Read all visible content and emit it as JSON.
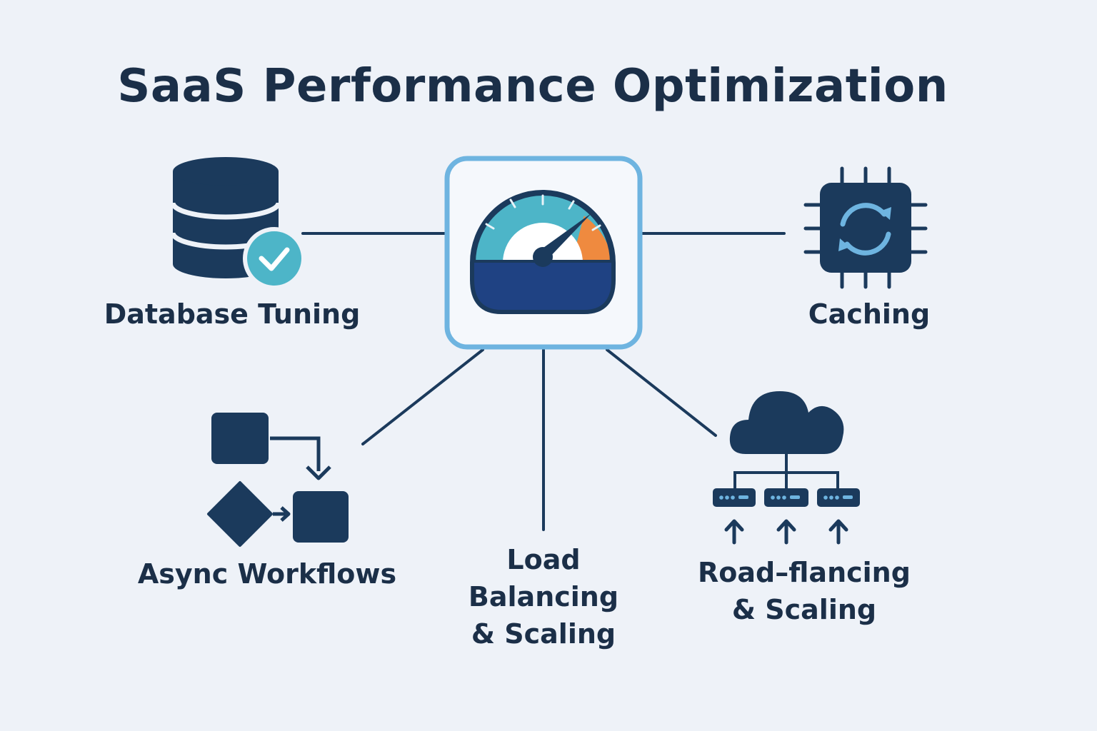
{
  "title": "SaaS Performance Optimization",
  "hub": {
    "icon": "speedometer-gauge-icon"
  },
  "nodes": [
    {
      "id": "database",
      "icon": "database-check-icon",
      "label": "Database Tuning"
    },
    {
      "id": "caching",
      "icon": "cpu-chip-refresh-icon",
      "label": "Caching"
    },
    {
      "id": "async",
      "icon": "workflow-flowchart-icon",
      "label": "Async Workflows"
    },
    {
      "id": "load-balancing",
      "label_lines": [
        "Load",
        "Balancing",
        "& Scaling"
      ]
    },
    {
      "id": "cloud-scaling",
      "icon": "cloud-server-network-icon",
      "label_lines": [
        "Road–flancing",
        "& Scaling"
      ]
    }
  ],
  "colors": {
    "background": "#eef2f8",
    "navy": "#1b3a5c",
    "text": "#1b2f48",
    "teal": "#4db5c8",
    "light_blue": "#6eb4e0",
    "orange": "#ef8a3f",
    "gauge_fill": "#1f4283"
  }
}
